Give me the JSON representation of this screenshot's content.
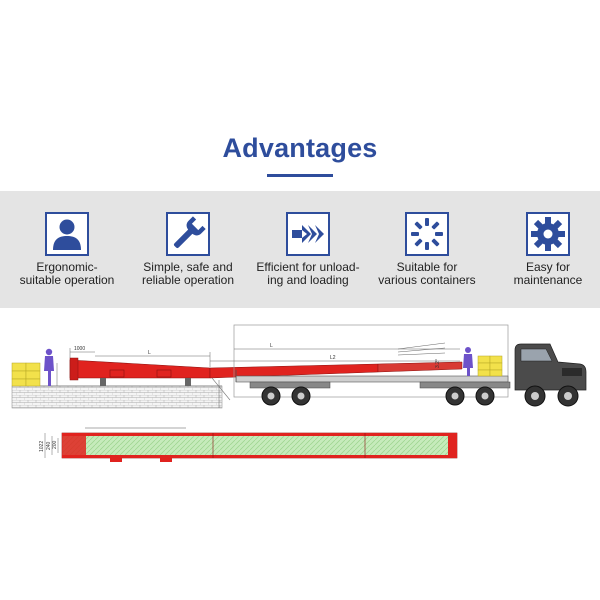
{
  "header": {
    "title": "Advantages"
  },
  "features": [
    {
      "icon": "user-icon",
      "line1": "Ergonomic-",
      "line2": "suitable operation"
    },
    {
      "icon": "wrench-icon",
      "line1": "Simple, safe and",
      "line2": "reliable operation"
    },
    {
      "icon": "double-arrow-icon",
      "line1": "Efficient for unload-",
      "line2": "ing and loading"
    },
    {
      "icon": "loading-spinner-icon",
      "line1": "Suitable for",
      "line2": "various containers"
    },
    {
      "icon": "gear-icon",
      "line1": "Easy for",
      "line2": "maintenance"
    }
  ],
  "drawing": {
    "dim_1000": "1000",
    "dim_L": "L",
    "dim_L_mid": "L",
    "dim_L2": "L2",
    "dim_32": "3.2°",
    "dim_1022": "1022",
    "dim_240": "240",
    "dim_200": "200"
  },
  "colors": {
    "brand_blue": "#2e4d9c",
    "band_gray": "#e4e4e4",
    "conveyor_red": "#e0231f",
    "roller_green": "#bfe6b4"
  }
}
